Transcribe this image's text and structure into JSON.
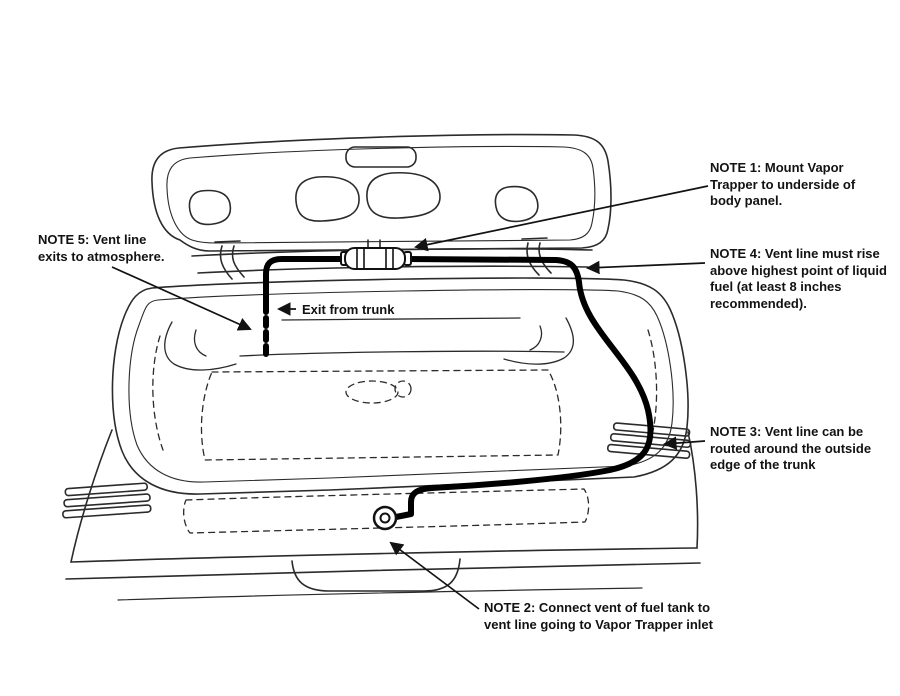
{
  "diagram": {
    "colors": {
      "background": "#ffffff",
      "artwork_line": "#2b2b2b",
      "vent_line": "#000000",
      "text": "#121212"
    },
    "notes": {
      "note1": "NOTE 1: Mount Vapor Trapper to underside of body panel.",
      "note2": "NOTE 2: Connect vent of fuel tank to vent line going to Vapor Trapper inlet",
      "note3": "NOTE 3: Vent line can be routed around the outside edge of the trunk",
      "note4": "NOTE 4: Vent line must rise above highest point of liquid fuel (at least 8 inches recommended).",
      "note5": "NOTE 5: Vent line exits to atmosphere.",
      "exit_from_trunk": "Exit from trunk"
    }
  }
}
